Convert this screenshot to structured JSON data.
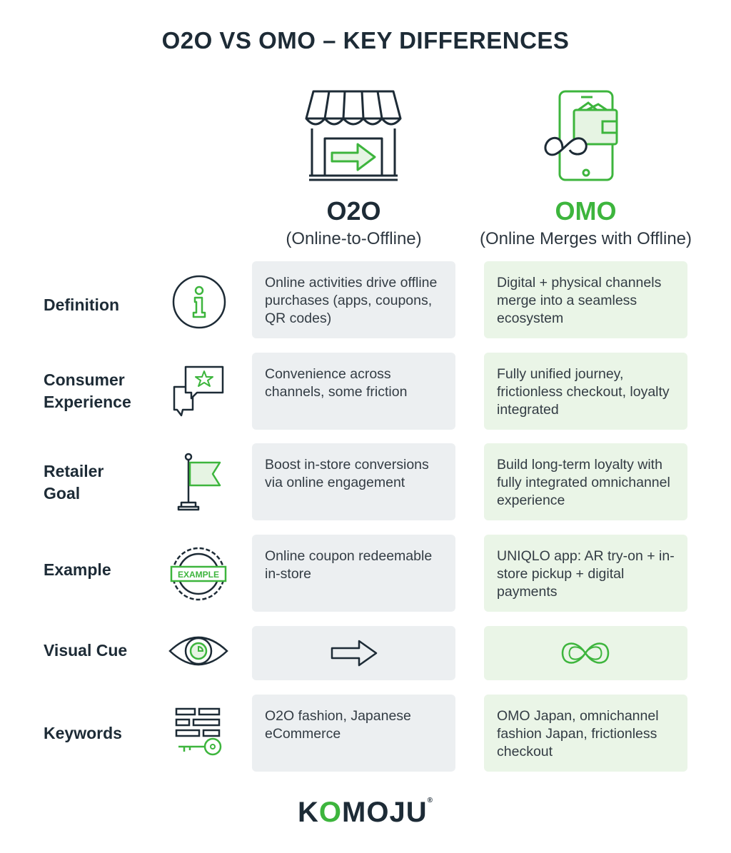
{
  "title": "O2O VS OMO – KEY DIFFERENCES",
  "columns": {
    "o2o": {
      "name": "O2O",
      "subtitle": "(Online-to-Offline)",
      "icon": "storefront-arrow-icon",
      "color": "#1d2b36"
    },
    "omo": {
      "name": "OMO",
      "subtitle": "(Online Merges with Offline)",
      "icon": "phone-wallet-infinity-icon",
      "color": "#3db53d"
    }
  },
  "rows": [
    {
      "label": "Definition",
      "icon": "info-icon",
      "o2o": "Online activities drive offline purchases (apps, coupons, QR codes)",
      "omo": "Digital + physical channels merge into a seamless ecosystem"
    },
    {
      "label": "Consumer Experience",
      "icon": "chat-star-icon",
      "o2o": "Convenience across channels, some friction",
      "omo": "Fully unified journey, frictionless checkout, loyalty integrated"
    },
    {
      "label": "Retailer Goal",
      "icon": "flag-icon",
      "o2o": "Boost in-store conversions via online engagement",
      "omo": "Build long-term loyalty with fully integrated omnichannel experience"
    },
    {
      "label": "Example",
      "icon": "example-badge-icon",
      "badge_text": "EXAMPLE",
      "o2o": "Online coupon redeemable in-store",
      "omo": "UNIQLO app: AR try-on + in-store pickup + digital payments"
    },
    {
      "label": "Visual Cue",
      "icon": "eye-icon",
      "o2o_icon": "arrow-right-icon",
      "omo_icon": "infinity-icon"
    },
    {
      "label": "Keywords",
      "icon": "keys-list-icon",
      "o2o": "O2O fashion, Japanese eCommerce",
      "omo": "OMO Japan, omnichannel fashion Japan, frictionless checkout"
    }
  ],
  "logo": {
    "text_a": "K",
    "text_accent": "O",
    "text_b": "MOJU",
    "mark": "®"
  },
  "colors": {
    "accent": "#3db53d",
    "dark": "#1d2b36",
    "o2o_cell": "#eceff1",
    "omo_cell": "#eaf5e7"
  }
}
